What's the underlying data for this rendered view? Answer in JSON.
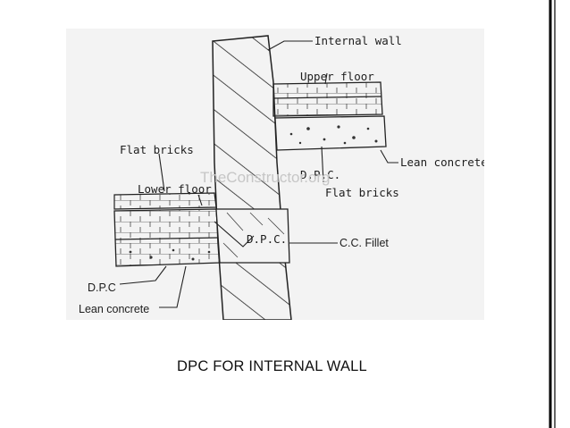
{
  "slide": {
    "caption": "DPC FOR INTERNAL WALL",
    "border_color": "#000000"
  },
  "diagram": {
    "watermark": "TheConstructor.org",
    "labels": {
      "internal_wall": "Internal wall",
      "upper_floor": "Upper floor",
      "lean_concrete_right": "Lean concrete",
      "dpc_middle": "D.P.C.",
      "flat_bricks_right": "Flat bricks",
      "flat_bricks_left": "Flat bricks",
      "lower_floor": "Lower floor",
      "dpc_center": "D.P.C.",
      "cc_fillet": "C.C. Fillet",
      "dpc_left": "D.P.C",
      "lean_concrete_left": "Lean concrete"
    }
  }
}
